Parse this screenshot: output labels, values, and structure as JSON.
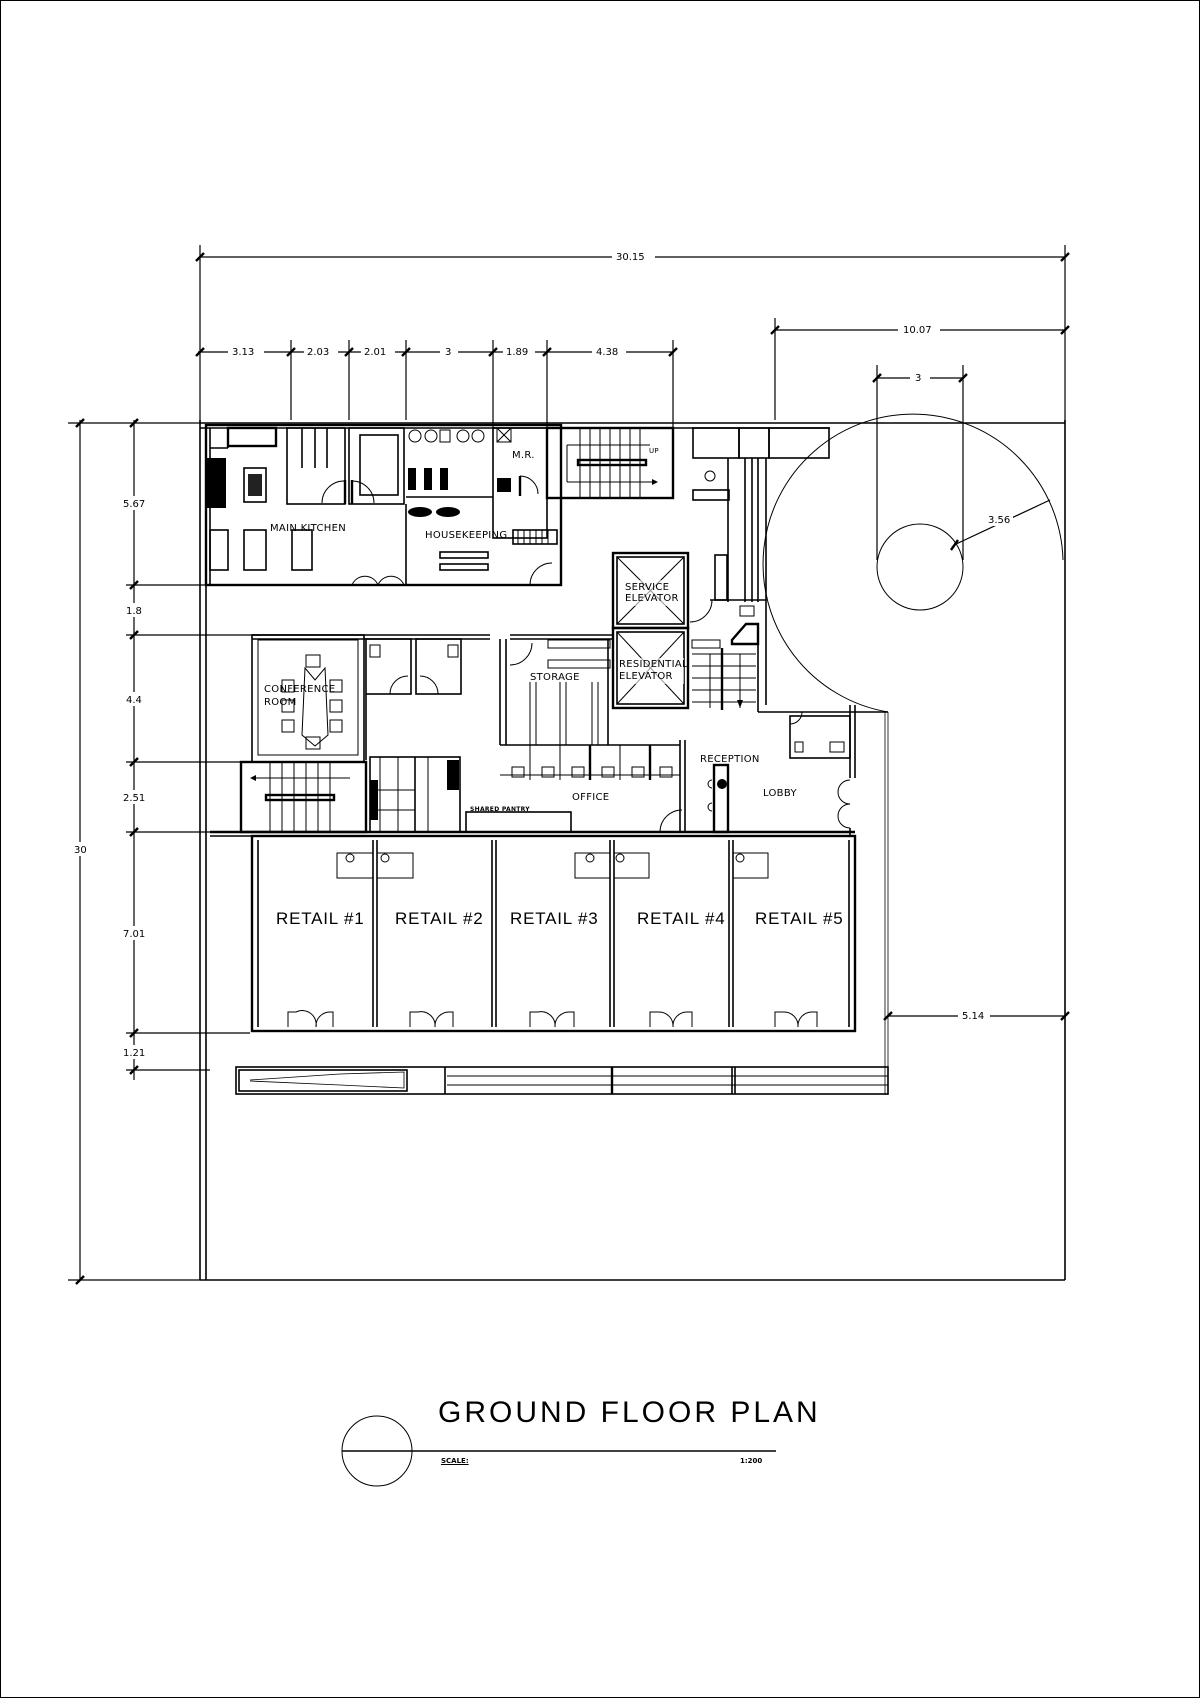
{
  "drawing": {
    "title": "GROUND FLOOR PLAN",
    "scale_label": "SCALE:",
    "scale_value": "1:200"
  },
  "dimensions": {
    "overall_width": "30.15",
    "overall_height": "30",
    "top_segments": [
      "3.13",
      "2.03",
      "2.01",
      "3",
      "1.89",
      "4.38"
    ],
    "right_setback": "10.07",
    "circle_width": "3",
    "circle_radius": "3.56",
    "left_segments": [
      "5.67",
      "1.8",
      "4.4",
      "2.51",
      "7.01",
      "1.21"
    ],
    "right_side_setback": "5.14"
  },
  "rooms": {
    "main_kitchen": "MAIN KITCHEN",
    "housekeeping": "HOUSEKEEPING",
    "mr": "M.R.",
    "up": "UP",
    "service_elevator_1": "SERVICE",
    "service_elevator_2": "ELEVATOR",
    "residential_elevator_1": "RESIDENTIAL",
    "residential_elevator_2": "ELEVATOR",
    "conference_1": "CONFERENCE",
    "conference_2": "ROOM",
    "storage": "STORAGE",
    "office": "OFFICE",
    "shared_pantry": "SHARED PANTRY",
    "reception": "RECEPTION",
    "lobby": "LOBBY"
  },
  "retail_units": [
    "RETAIL  #1",
    "RETAIL  #2",
    "RETAIL  #3",
    "RETAIL  #4",
    "RETAIL  #5"
  ]
}
